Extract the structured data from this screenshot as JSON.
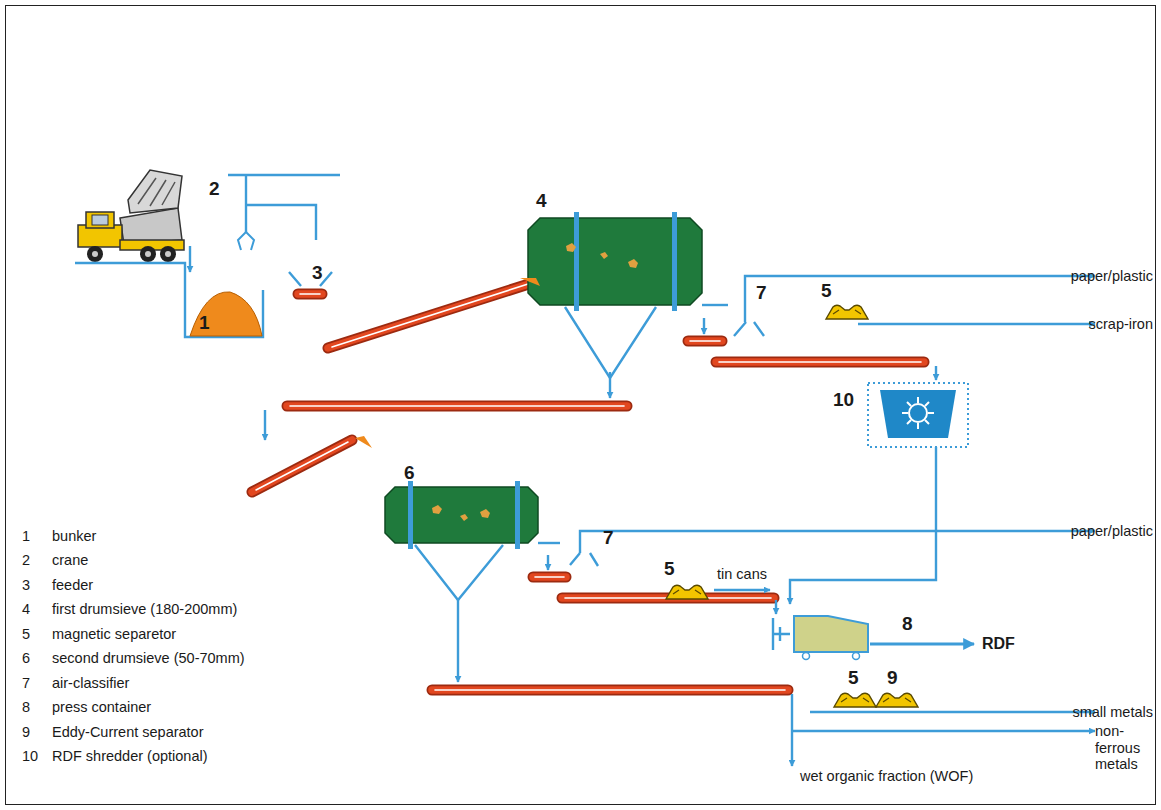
{
  "diagram": {
    "labels": [
      "2",
      "1",
      "3",
      "4",
      "paper/plastic",
      "7",
      "5",
      "scrap-iron",
      "10",
      "6",
      "paper/plastic",
      "7",
      "5",
      "tin cans",
      "8",
      "RDF",
      "5",
      "9",
      "small metals",
      "non-ferrous metals",
      "wet organic fraction (WOF)",
      "1",
      "bunker",
      "2",
      "crane",
      "3",
      "feeder",
      "4",
      "first drumsieve (180-200mm)",
      "5",
      "magnetic separetor",
      "6",
      "second drumsieve (50-70mm)",
      "7",
      "air-classifier",
      "8",
      "press container",
      "9",
      "Eddy-Current separator",
      "10",
      "RDF shredder (optional)"
    ]
  }
}
